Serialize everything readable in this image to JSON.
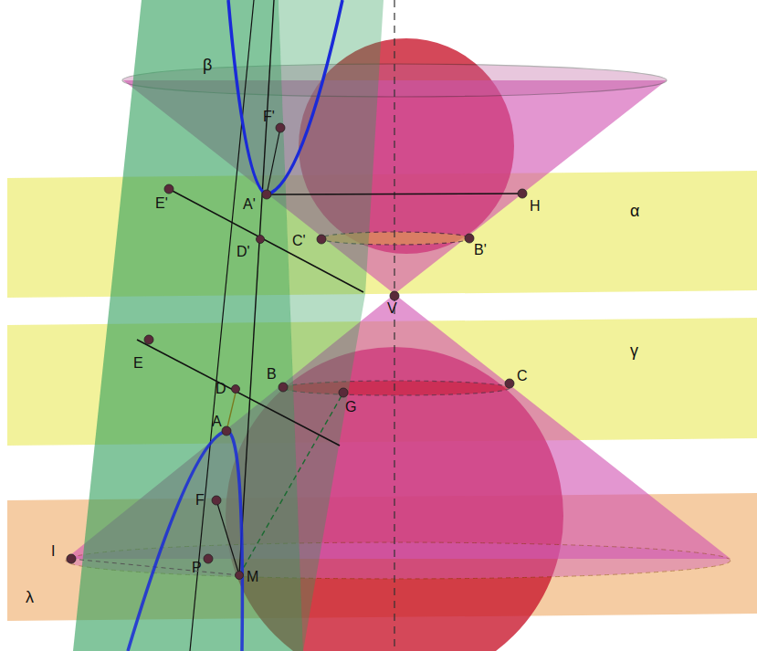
{
  "diagram": {
    "labels": [
      "β",
      "α",
      "γ",
      "λ",
      "F'",
      "A'",
      "E'",
      "D'",
      "C'",
      "B'",
      "H",
      "V",
      "E",
      "D",
      "B",
      "G",
      "C",
      "A",
      "F",
      "I",
      "P",
      "M"
    ]
  }
}
